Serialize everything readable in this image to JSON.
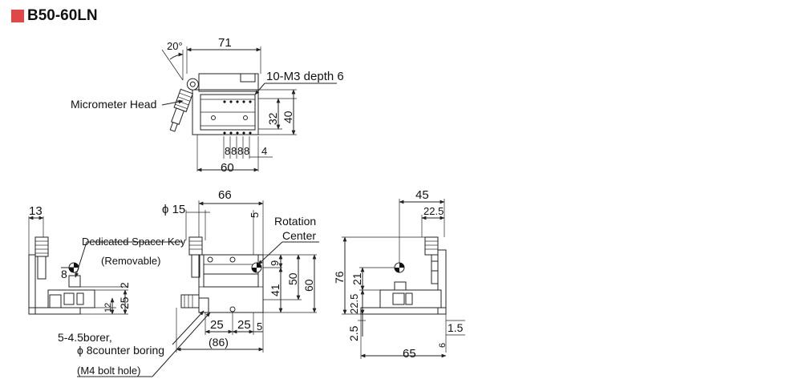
{
  "product": {
    "title": "B50-60LN",
    "marker_color": "#e04848"
  },
  "top_view": {
    "angle": "20°",
    "width_top": "71",
    "tapped_holes": "10-M3 depth 6",
    "micrometer_label": "Micrometer Head",
    "dim_32": "32",
    "dim_40": "40",
    "pitch": [
      "8",
      "8",
      "8",
      "8"
    ],
    "dim_4": "4",
    "width_bottom": "60"
  },
  "left_view": {
    "dim_13": "13",
    "spacer_key_label": "Dedicated Spacer Key",
    "removable_label": "(Removable)",
    "dim_8": "8",
    "dim_2": "2",
    "dim_25": "25",
    "dim_12": "12"
  },
  "front_view": {
    "phi": "ϕ 15",
    "dim_66": "66",
    "dim_5_top": "5",
    "rotation_label_1": "Rotation",
    "rotation_label_2": "Center",
    "dim_9": "9",
    "dim_41": "41",
    "dim_50": "50",
    "dim_60": "60",
    "dim_25a": "25",
    "dim_25b": "25",
    "dim_5_bottom": "5",
    "dim_86": "(86)",
    "bore_1": "5-4.5borer,",
    "bore_2": "ϕ 8counter boring",
    "bore_3": "(M4 bolt hole)"
  },
  "right_view": {
    "dim_45": "45",
    "dim_22_5_top": "22.5",
    "dim_76": "76",
    "dim_21": "21",
    "dim_22_5_left": "22.5",
    "dim_2_5": "2.5",
    "dim_1_5": "1.5",
    "dim_6": "6",
    "dim_65": "65"
  }
}
